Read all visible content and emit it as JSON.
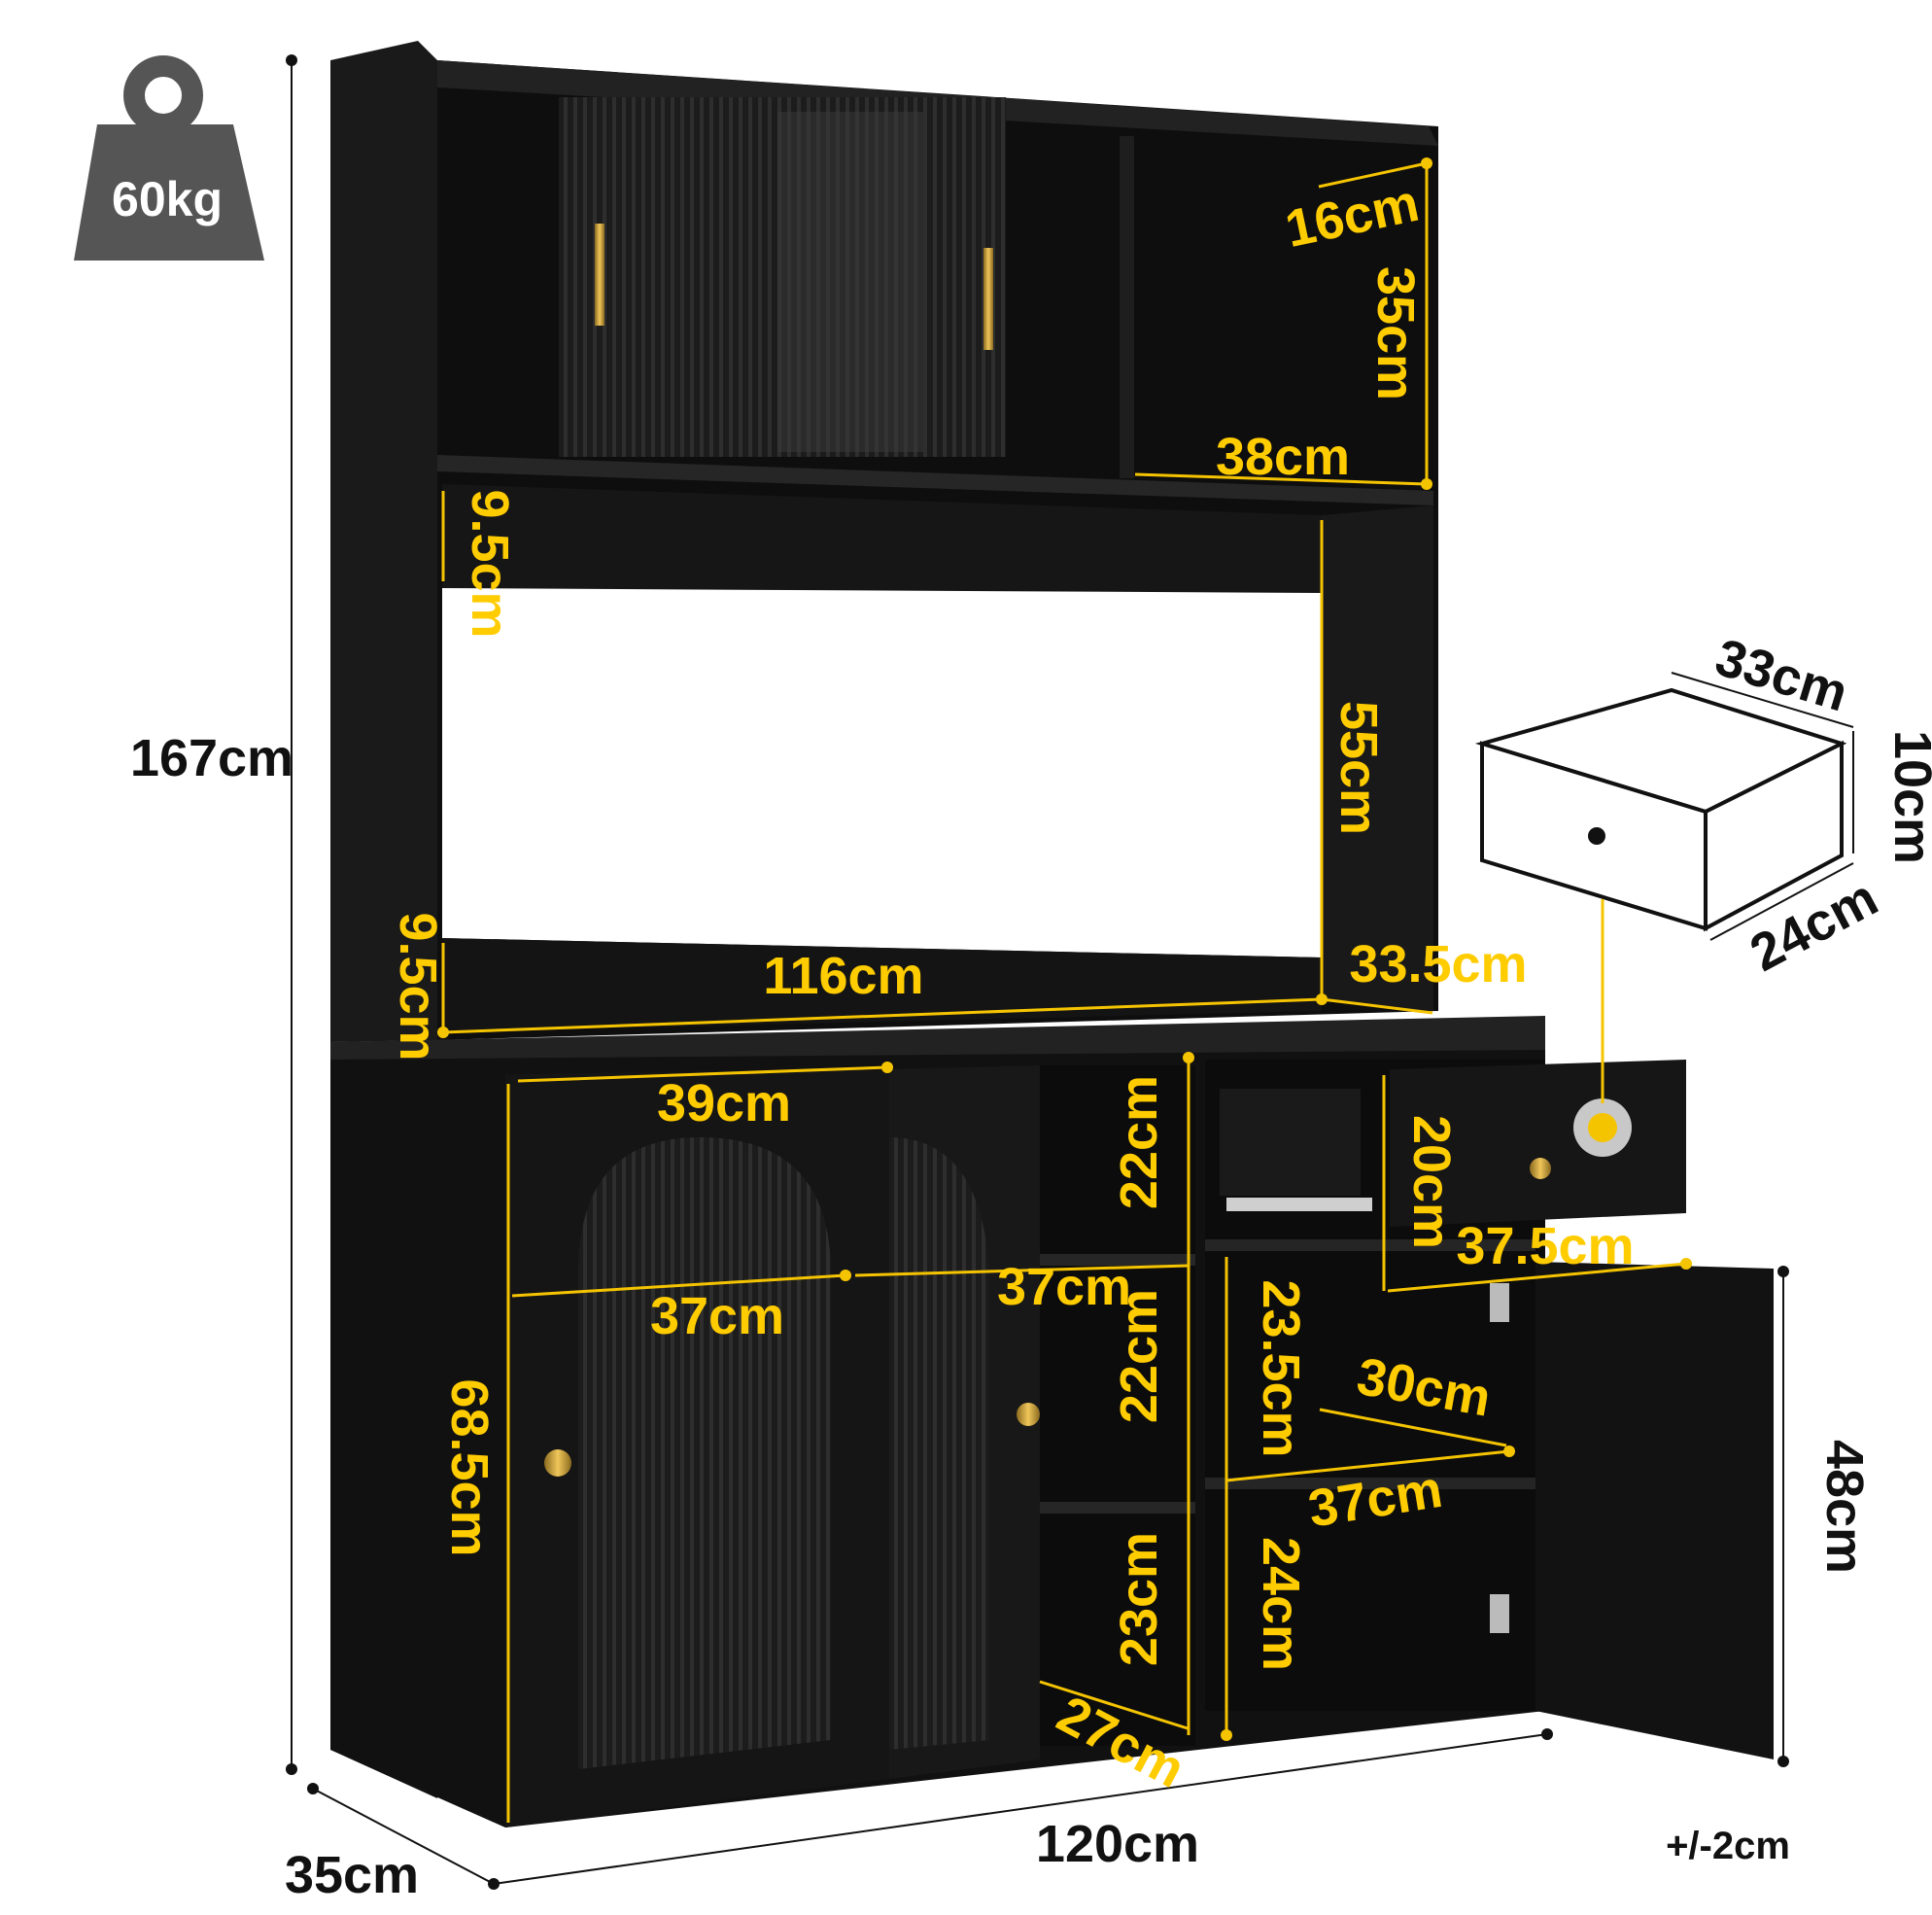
{
  "badge": {
    "weight": "60kg"
  },
  "overall": {
    "height": "167cm",
    "width": "120cm",
    "depth": "35cm",
    "tolerance": "+/-2cm"
  },
  "top_hutch": {
    "cubby_depth": "16cm",
    "cubby_height": "35cm",
    "cubby_width": "38cm"
  },
  "open_section": {
    "gap_top": "9.5cm",
    "gap_bottom": "9.5cm",
    "height": "55cm",
    "width": "116cm",
    "depth": "33.5cm"
  },
  "drawer": {
    "width": "33cm",
    "height": "10cm",
    "depth": "24cm",
    "front_height": "20cm",
    "front_width": "37.5cm"
  },
  "base_cabinet": {
    "door_width": "39cm",
    "inner_width_left": "37cm",
    "inner_width_mid": "37cm",
    "door_height": "68.5cm",
    "mid_shelf_1": "22cm",
    "mid_shelf_2": "22cm",
    "mid_shelf_3": "23cm",
    "mid_depth": "27cm",
    "right_shelf_1": "23.5cm",
    "right_shelf_2": "24cm",
    "right_depth": "30cm",
    "right_width": "37cm",
    "right_door_height": "48cm"
  },
  "colors": {
    "accent": "#ffcc00",
    "cabinet": "#111111",
    "badge": "#555555"
  }
}
